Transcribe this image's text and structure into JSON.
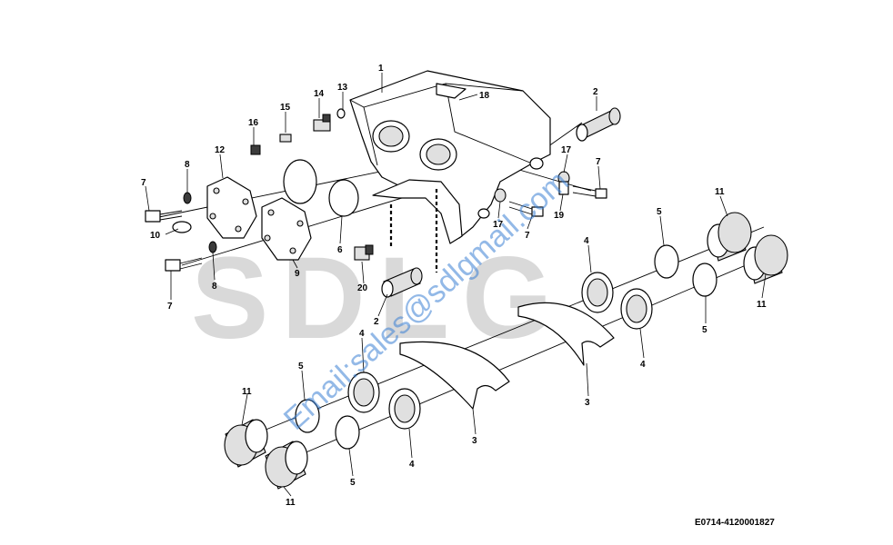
{
  "watermark": {
    "logo": "SDLG",
    "email": "Email:sales@sdlgmail.com"
  },
  "reference_code": "E0714-4120001827",
  "callouts": [
    "1",
    "2",
    "2",
    "3",
    "3",
    "4",
    "4",
    "4",
    "4",
    "5",
    "5",
    "5",
    "5",
    "6",
    "7",
    "7",
    "7",
    "7",
    "8",
    "8",
    "9",
    "10",
    "11",
    "11",
    "11",
    "11",
    "12",
    "13",
    "14",
    "15",
    "16",
    "17",
    "17",
    "18",
    "19",
    "20"
  ]
}
